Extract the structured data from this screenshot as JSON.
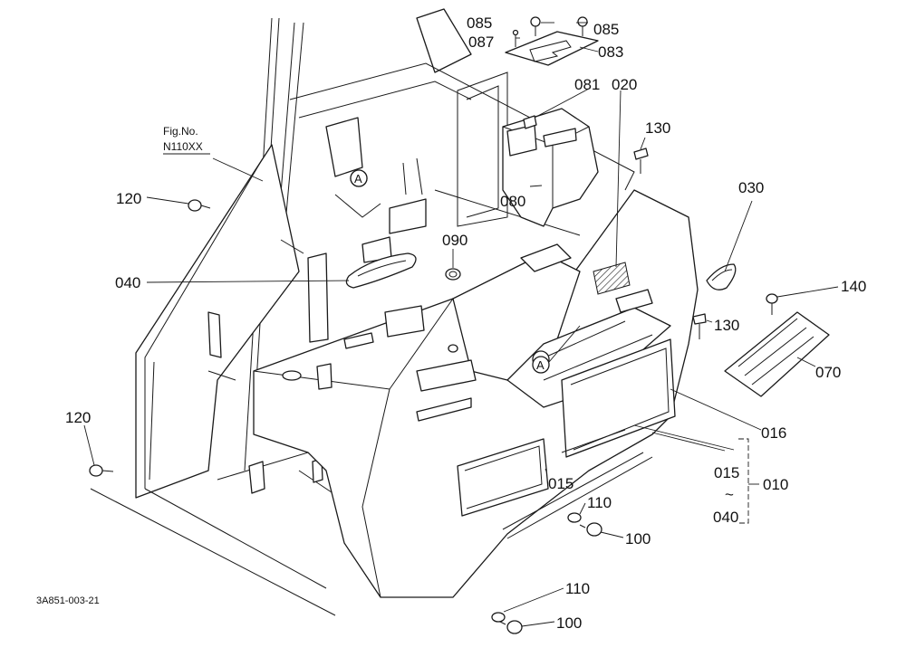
{
  "fig_ref": {
    "line1": "Fig.No.",
    "line2": "N110XX"
  },
  "drawing_code": "3A851-003-21",
  "callout_letter": "A",
  "parts": {
    "p010": "010",
    "p015": "015",
    "p015b": "015",
    "p016": "016",
    "p020": "020",
    "p030": "030",
    "p040": "040",
    "p040b": "040",
    "p070": "070",
    "p080": "080",
    "p081": "081",
    "p083": "083",
    "p085a": "085",
    "p085b": "085",
    "p087": "087",
    "p090": "090",
    "p100a": "100",
    "p100b": "100",
    "p110a": "110",
    "p110b": "110",
    "p120a": "120",
    "p120b": "120",
    "p130a": "130",
    "p130b": "130",
    "p140": "140"
  },
  "range_sep": "~"
}
